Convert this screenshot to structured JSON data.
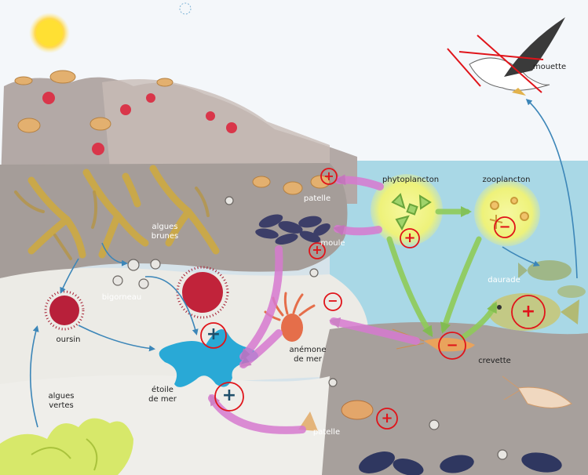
{
  "labels": {
    "mouette": "mouette",
    "phytoplancton": "phytoplancton",
    "zooplancton": "zooplancton",
    "patelle_top": "patelle",
    "moule": "moule",
    "algues_brunes_1": "algues",
    "algues_brunes_2": "brunes",
    "bigorneau": "bigorneau",
    "oursin": "oursin",
    "daurade": "daurade",
    "anemone_1": "anémone",
    "anemone_2": "de mer",
    "etoile_1": "étoile",
    "etoile_2": "de mer",
    "crevette": "crevette",
    "algues_vertes_1": "algues",
    "algues_vertes_2": "vertes",
    "patelle_bottom": "patelle"
  },
  "annotations": {
    "plus_symbol": "+",
    "minus_symbol": "−"
  },
  "colors": {
    "sky": "#f4f7fa",
    "sea": "#a9d8e6",
    "rock": "#aea7a3",
    "sand": "#ecebe6",
    "arrow_blue": "#3c86b8",
    "arrow_pink": "#d77ad0",
    "arrow_green": "#8fcb59",
    "annotation_red": "#e0141a",
    "starfish": "#29a9d6"
  }
}
